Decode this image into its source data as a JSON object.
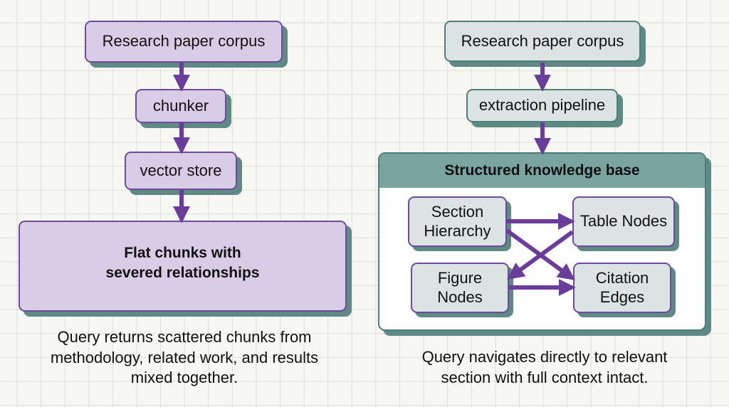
{
  "left_flow": {
    "nodes": [
      {
        "label": "Research paper corpus"
      },
      {
        "label": "chunker"
      },
      {
        "label": "vector store"
      },
      {
        "label": "Flat chunks with severed relationships"
      }
    ],
    "caption": "Query returns scattered chunks from methodology, related work, and results mixed together."
  },
  "right_flow": {
    "nodes": [
      {
        "label": "Research paper corpus"
      },
      {
        "label": "extraction pipeline"
      }
    ],
    "knowledge_base": {
      "title": "Structured knowledge base",
      "nodes": [
        {
          "id": "section",
          "label": "Section Hierarchy"
        },
        {
          "id": "table",
          "label": "Table Nodes"
        },
        {
          "id": "figure",
          "label": "Figure Nodes"
        },
        {
          "id": "citation",
          "label": "Citation Edges"
        }
      ],
      "edges": [
        {
          "from": "section",
          "to": "table"
        },
        {
          "from": "section",
          "to": "citation"
        },
        {
          "from": "table",
          "to": "figure"
        },
        {
          "from": "figure",
          "to": "citation"
        }
      ]
    },
    "caption": "Query navigates directly to relevant section with full context intact."
  },
  "colors": {
    "arrow": "#6a3d9a",
    "purple_fill": "#d9cce6",
    "teal_fill": "#dbe4e2",
    "teal_header": "#79a49f",
    "shadow": "#5e8985"
  }
}
